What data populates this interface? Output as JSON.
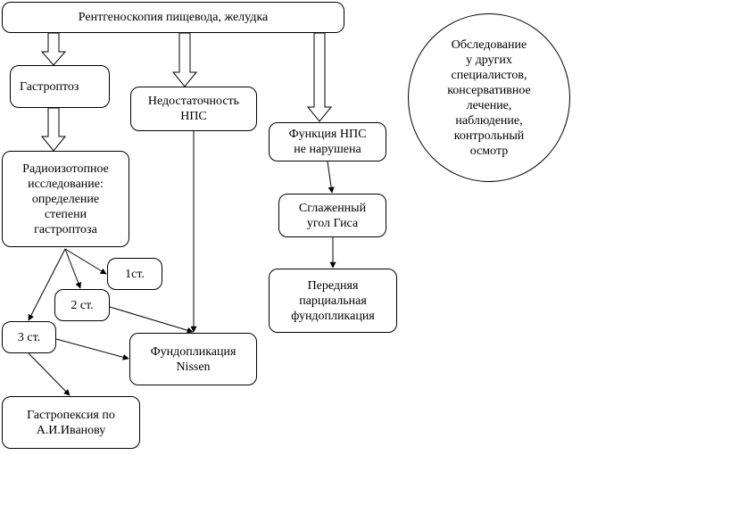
{
  "diagram": {
    "nodes": {
      "top": "Рентгеноскопия пищевода, желудка",
      "gastroptoz": "Гастроптоз",
      "nedostatochnost": "Недостаточность\nНПС",
      "funkciya": "Функция НПС\nне нарушена",
      "radioizotop": "Радиоизотопное\nисследование:\nопределение\nстепени\nгастроптоза",
      "sglazhenny": "Сглаженный\nугол Гиса",
      "stage1": "1ст.",
      "perednyaya": "Передняя\nпарциальная\nфундопликация",
      "stage2": "2 ст.",
      "stage3": "3 ст.",
      "fundoplikaciya": "Фундопликация\nNissen",
      "gastropeksiya": "Гастропексия по\nА.И.Иванову",
      "obsledovanie": "Обследование\nу других\nспециалистов,\nконсервативное\nлечение,\nнаблюдение,\nконтрольный\nосмотр"
    },
    "edges": [
      {
        "from": "top",
        "to": "gastroptoz",
        "style": "block-arrow"
      },
      {
        "from": "top",
        "to": "nedostatochnost",
        "style": "block-arrow"
      },
      {
        "from": "top",
        "to": "funkciya",
        "style": "block-arrow"
      },
      {
        "from": "gastroptoz",
        "to": "radioizotop",
        "style": "block-arrow"
      },
      {
        "from": "radioizotop",
        "to": "stage1",
        "style": "arrow"
      },
      {
        "from": "radioizotop",
        "to": "stage2",
        "style": "arrow"
      },
      {
        "from": "radioizotop",
        "to": "stage3",
        "style": "arrow"
      },
      {
        "from": "nedostatochnost",
        "to": "fundoplikaciya",
        "style": "arrow"
      },
      {
        "from": "stage2",
        "to": "fundoplikaciya",
        "style": "arrow"
      },
      {
        "from": "stage3",
        "to": "fundoplikaciya",
        "style": "arrow"
      },
      {
        "from": "stage3",
        "to": "gastropeksiya",
        "style": "arrow"
      },
      {
        "from": "funkciya",
        "to": "sglazhenny",
        "style": "arrow"
      },
      {
        "from": "sglazhenny",
        "to": "perednyaya",
        "style": "arrow"
      }
    ]
  }
}
